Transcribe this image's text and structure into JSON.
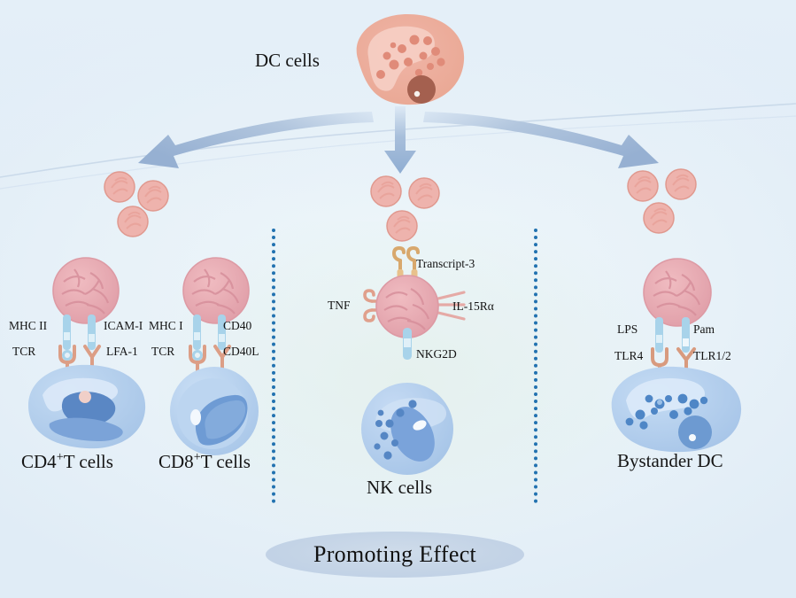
{
  "figure": {
    "title_node": "DC cells",
    "bottom_banner": "Promoting Effect",
    "background_color": "#e3eef7",
    "accent_blue": "#2272b0",
    "arrow_color": "#9db6d4",
    "cell_pink": "#efb5ab",
    "cell_blue": "#a8c6e8"
  },
  "source": {
    "label": "DC cells",
    "icon": "dendritic-cell-icon"
  },
  "arrows": [
    {
      "name": "arrow-to-t-cells",
      "direction": "left"
    },
    {
      "name": "arrow-to-nk-cells",
      "direction": "down"
    },
    {
      "name": "arrow-to-bystander-dc",
      "direction": "right"
    }
  ],
  "panels": [
    {
      "id": "cd4",
      "label": "CD4",
      "label_sup": "+",
      "label_tail": "T cells",
      "cell_icon": "cd4-t-cell-icon",
      "target_icon": "tumor-cell-icon",
      "receptors": [
        {
          "name": "mhc-ii",
          "text": "MHC II",
          "side": "left",
          "row": "top",
          "type": "bar"
        },
        {
          "name": "icam-i",
          "text": "ICAM-I",
          "side": "right",
          "row": "top",
          "type": "bar"
        },
        {
          "name": "tcr",
          "text": "TCR",
          "side": "left",
          "row": "bottom",
          "type": "y"
        },
        {
          "name": "lfa-1",
          "text": "LFA-1",
          "side": "right",
          "row": "bottom",
          "type": "y"
        }
      ]
    },
    {
      "id": "cd8",
      "label": "CD8",
      "label_sup": "+",
      "label_tail": "T cells",
      "cell_icon": "cd8-t-cell-icon",
      "target_icon": "tumor-cell-icon",
      "receptors": [
        {
          "name": "mhc-i",
          "text": "MHC I",
          "side": "left",
          "row": "top",
          "type": "bar"
        },
        {
          "name": "cd40",
          "text": "CD40",
          "side": "right",
          "row": "top",
          "type": "bar"
        },
        {
          "name": "tcr",
          "text": "TCR",
          "side": "left",
          "row": "bottom",
          "type": "y"
        },
        {
          "name": "cd40l",
          "text": "CD40L",
          "side": "right",
          "row": "bottom",
          "type": "y"
        }
      ]
    },
    {
      "id": "nk",
      "label": "NK cells",
      "label_sup": "",
      "label_tail": "",
      "cell_icon": "nk-cell-icon",
      "target_icon": "tumor-cell-icon",
      "receptors": [
        {
          "name": "transcript-3",
          "text": "Transcript-3",
          "side": "top",
          "type": "hook-pair"
        },
        {
          "name": "tnf",
          "text": "TNF",
          "side": "left",
          "type": "hook"
        },
        {
          "name": "il-15r-alpha",
          "text": "IL-15Rα",
          "side": "right",
          "type": "fork"
        },
        {
          "name": "nkg2d",
          "text": "NKG2D",
          "side": "bottom",
          "type": "bar"
        }
      ]
    },
    {
      "id": "bystander",
      "label": "Bystander DC",
      "label_sup": "",
      "label_tail": "",
      "cell_icon": "bystander-dc-icon",
      "target_icon": "tumor-cell-icon",
      "receptors": [
        {
          "name": "lps",
          "text": "LPS",
          "side": "left",
          "row": "top",
          "type": "bar"
        },
        {
          "name": "pam",
          "text": "Pam",
          "side": "right",
          "row": "top",
          "type": "bar"
        },
        {
          "name": "tlr4",
          "text": "TLR4",
          "side": "left",
          "row": "bottom",
          "type": "y"
        },
        {
          "name": "tlr1-2",
          "text": "TLR1/2",
          "side": "right",
          "row": "bottom",
          "type": "y"
        }
      ]
    }
  ],
  "particle_clusters": [
    {
      "name": "particles-left",
      "count": 3
    },
    {
      "name": "particles-center",
      "count": 3
    },
    {
      "name": "particles-right",
      "count": 3
    }
  ],
  "dividers": [
    {
      "name": "divider-left"
    },
    {
      "name": "divider-right"
    }
  ]
}
